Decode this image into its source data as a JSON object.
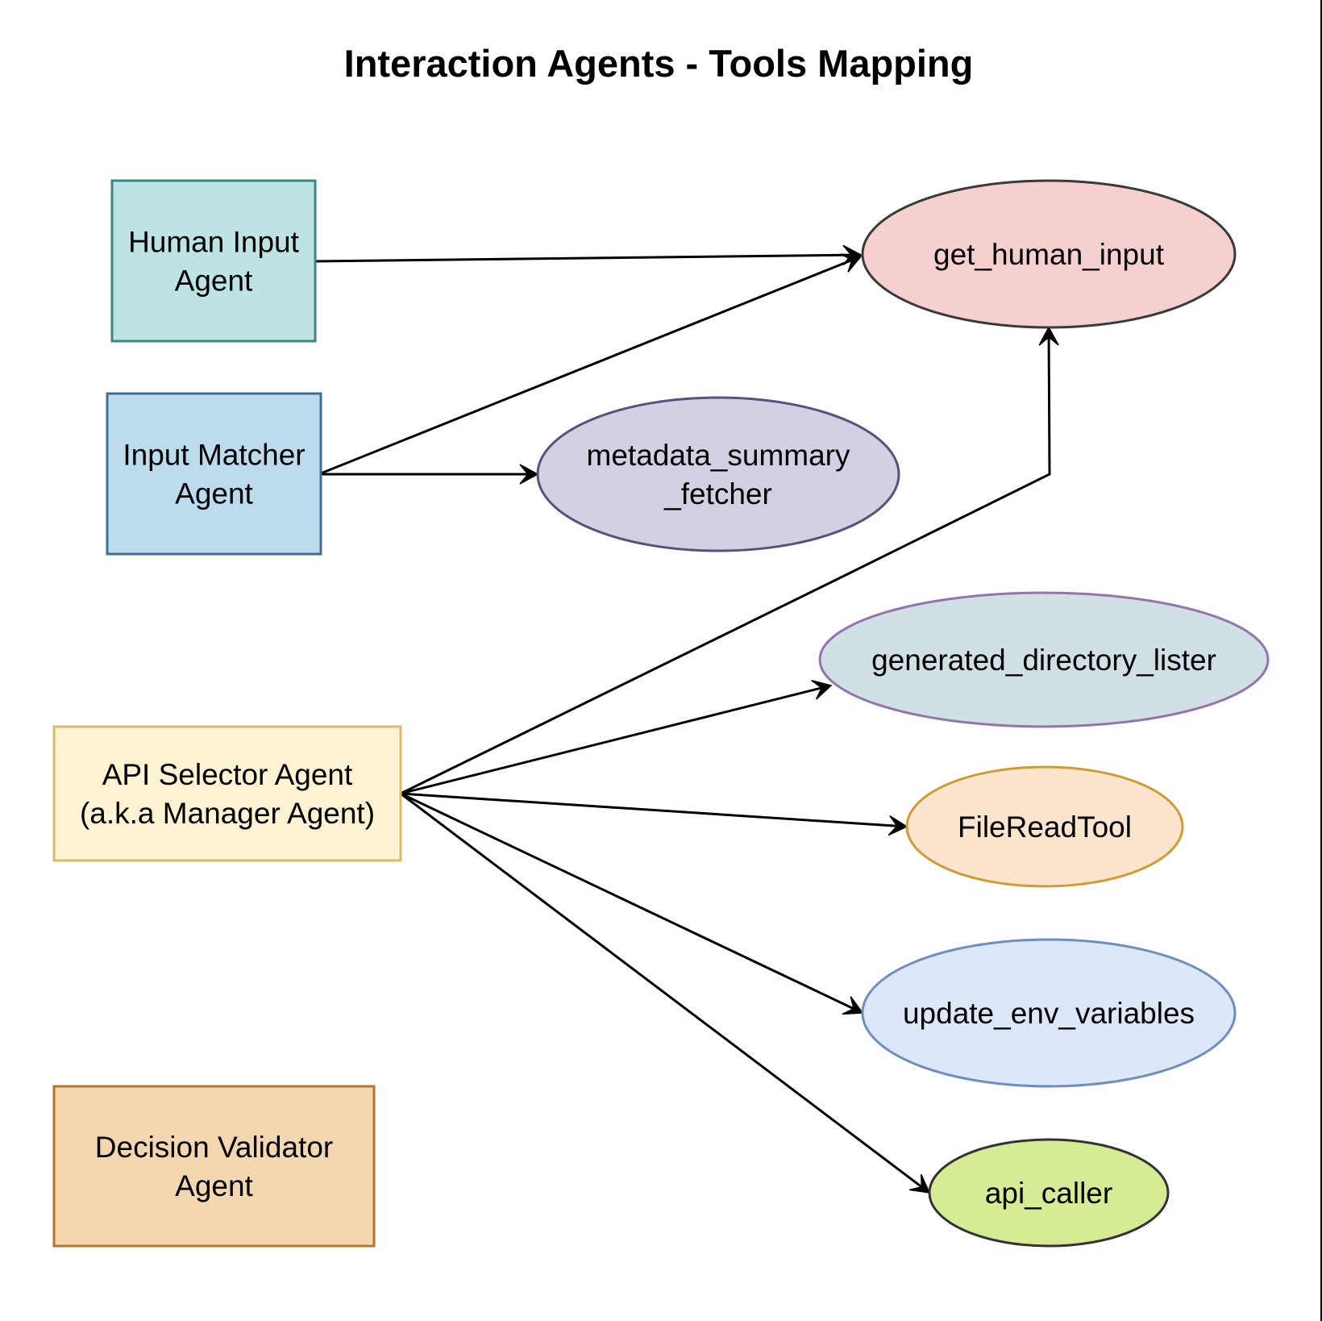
{
  "title": "Interaction Agents - Tools Mapping",
  "agents": [
    {
      "id": "human_input_agent",
      "lines": [
        "Human Input",
        "Agent"
      ],
      "fill": "#bde3e3",
      "stroke": "#3f8585"
    },
    {
      "id": "input_matcher_agent",
      "lines": [
        "Input Matcher",
        "Agent"
      ],
      "fill": "#bcdcee",
      "stroke": "#3d6f97"
    },
    {
      "id": "api_selector_agent",
      "lines": [
        "API Selector Agent",
        "(a.k.a Manager Agent)"
      ],
      "fill": "#fdf2d1",
      "stroke": "#d7bc6b"
    },
    {
      "id": "decision_validator_agent",
      "lines": [
        "Decision Validator",
        "Agent"
      ],
      "fill": "#f4d7b0",
      "stroke": "#b3762f"
    }
  ],
  "tools": [
    {
      "id": "get_human_input",
      "lines": [
        "get_human_input"
      ],
      "fill": "#f6cfcf",
      "stroke": "#3a3a3a"
    },
    {
      "id": "metadata_summary_fetcher",
      "lines": [
        "metadata_summary",
        "_fetcher"
      ],
      "fill": "#d2d0e3",
      "stroke": "#56527c"
    },
    {
      "id": "generated_directory_lister",
      "lines": [
        "generated_directory_lister"
      ],
      "fill": "#d0e0e5",
      "stroke": "#9474aa"
    },
    {
      "id": "FileReadTool",
      "lines": [
        "FileReadTool"
      ],
      "fill": "#fbe5cf",
      "stroke": "#d09b33"
    },
    {
      "id": "update_env_variables",
      "lines": [
        "update_env_variables"
      ],
      "fill": "#dce8f9",
      "stroke": "#6e8ec1"
    },
    {
      "id": "api_caller",
      "lines": [
        "api_caller"
      ],
      "fill": "#d5eb94",
      "stroke": "#333333"
    }
  ],
  "edges": [
    {
      "from": "human_input_agent",
      "to": "get_human_input"
    },
    {
      "from": "input_matcher_agent",
      "to": "get_human_input"
    },
    {
      "from": "input_matcher_agent",
      "to": "metadata_summary_fetcher"
    },
    {
      "from": "api_selector_agent",
      "to": "get_human_input"
    },
    {
      "from": "api_selector_agent",
      "to": "generated_directory_lister"
    },
    {
      "from": "api_selector_agent",
      "to": "FileReadTool"
    },
    {
      "from": "api_selector_agent",
      "to": "update_env_variables"
    },
    {
      "from": "api_selector_agent",
      "to": "api_caller"
    }
  ]
}
